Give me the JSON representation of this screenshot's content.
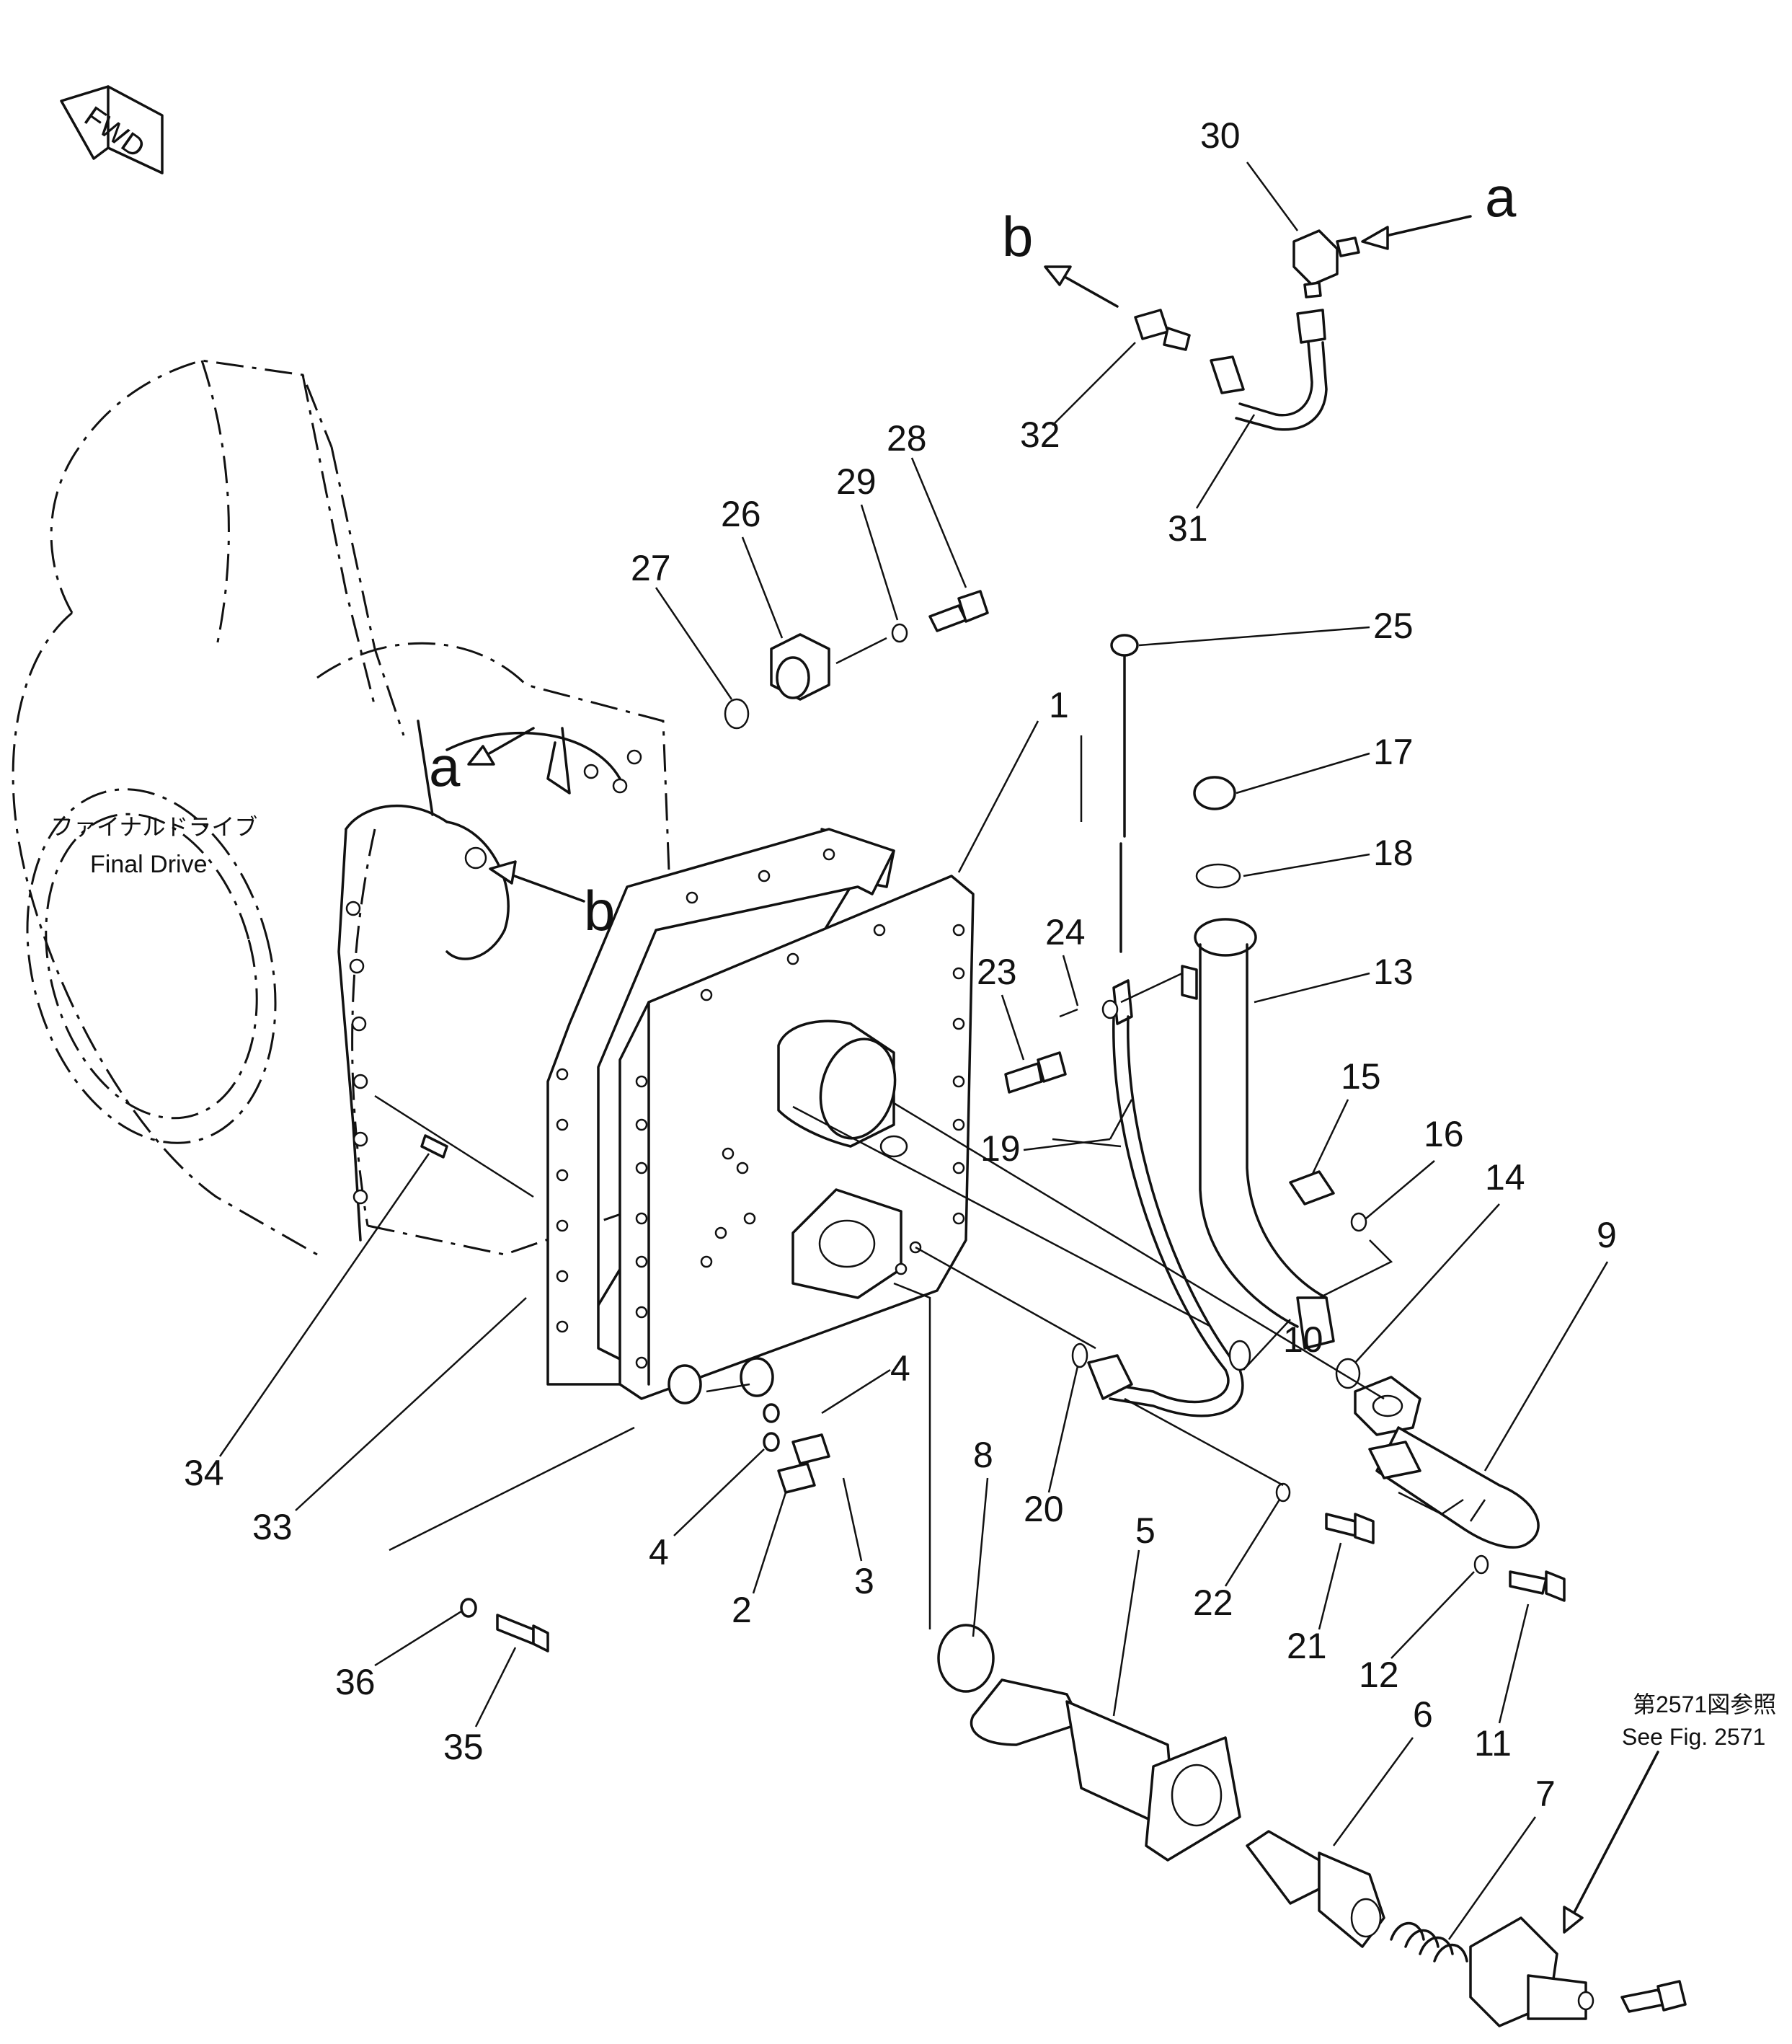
{
  "fwd_label": "FWD",
  "final_drive_label_jp": "ファイナルドライブ",
  "final_drive_label_en": "Final Drive",
  "see_fig_jp": "第2571図参照",
  "see_fig_en": "See Fig. 2571",
  "callouts": [
    "1",
    "2",
    "3",
    "4",
    "4",
    "5",
    "6",
    "7",
    "8",
    "9",
    "10",
    "11",
    "12",
    "13",
    "14",
    "15",
    "16",
    "17",
    "18",
    "19",
    "20",
    "21",
    "22",
    "23",
    "24",
    "25",
    "26",
    "27",
    "28",
    "29",
    "30",
    "31",
    "32",
    "33",
    "34",
    "35",
    "36"
  ],
  "connection_labels": [
    "a",
    "b",
    "a",
    "b"
  ]
}
